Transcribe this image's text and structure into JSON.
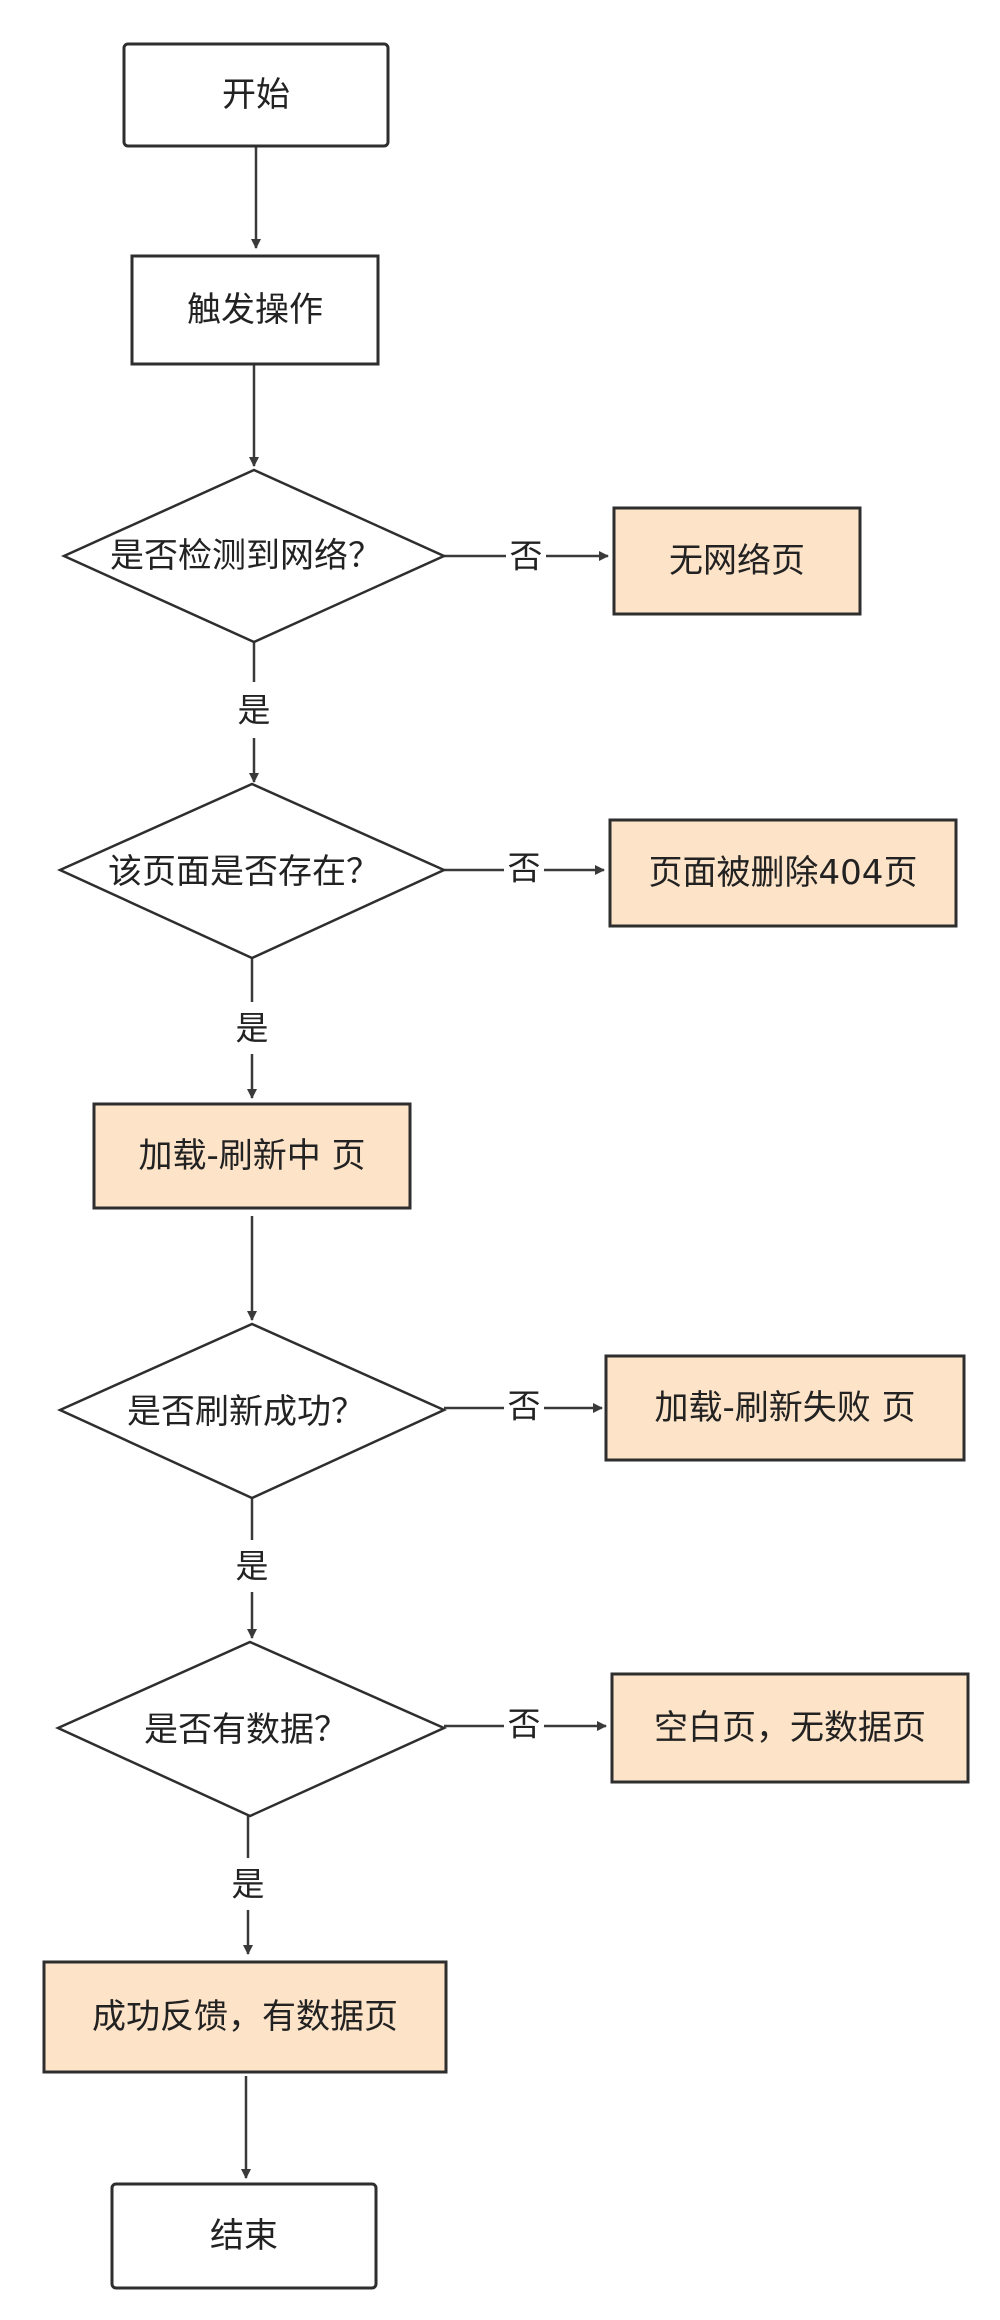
{
  "colors": {
    "result_fill": "#fde3c8",
    "plain_fill": "#ffffff",
    "stroke": "#2e2e2e"
  },
  "nodes": {
    "start": "开始",
    "trigger": "触发操作",
    "q_network": "是否检测到网络？",
    "no_network": "无网络页",
    "q_exists": "该页面是否存在？",
    "page_404": "页面被删除404页",
    "loading": "加载-刷新中 页",
    "q_refresh": "是否刷新成功？",
    "refresh_fail": "加载-刷新失败 页",
    "q_data": "是否有数据？",
    "empty_page": "空白页，无数据页",
    "success": "成功反馈，有数据页",
    "end": "结束"
  },
  "edges": {
    "no_network": "否",
    "yes_network": "是",
    "no_exists": "否",
    "yes_exists": "是",
    "no_refresh": "否",
    "yes_refresh": "是",
    "no_data": "否",
    "yes_data": "是"
  }
}
